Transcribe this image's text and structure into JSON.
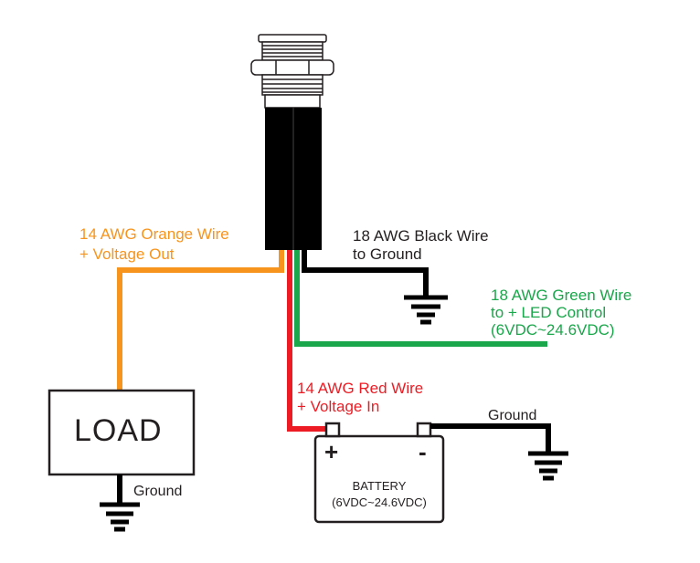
{
  "labels": {
    "orange_line1": "14 AWG Orange Wire",
    "orange_line2": "+  Voltage Out",
    "black_line1": "18 AWG Black Wire",
    "black_line2": "to Ground",
    "green_line1": "18 AWG Green Wire",
    "green_line2": "to + LED Control",
    "green_line3": "(6VDC~24.6VDC)",
    "red_line1": "14 AWG Red Wire",
    "red_line2": "+ Voltage In",
    "ground_battery": "Ground",
    "ground_load": "Ground"
  },
  "load": {
    "label": "LOAD"
  },
  "battery": {
    "label": "BATTERY",
    "range": "(6VDC~24.6VDC)",
    "plus": "+",
    "minus": "-"
  },
  "colors": {
    "orange": "#f7941d",
    "black": "#231f20",
    "green": "#1aa64a",
    "red": "#ed1c24"
  }
}
